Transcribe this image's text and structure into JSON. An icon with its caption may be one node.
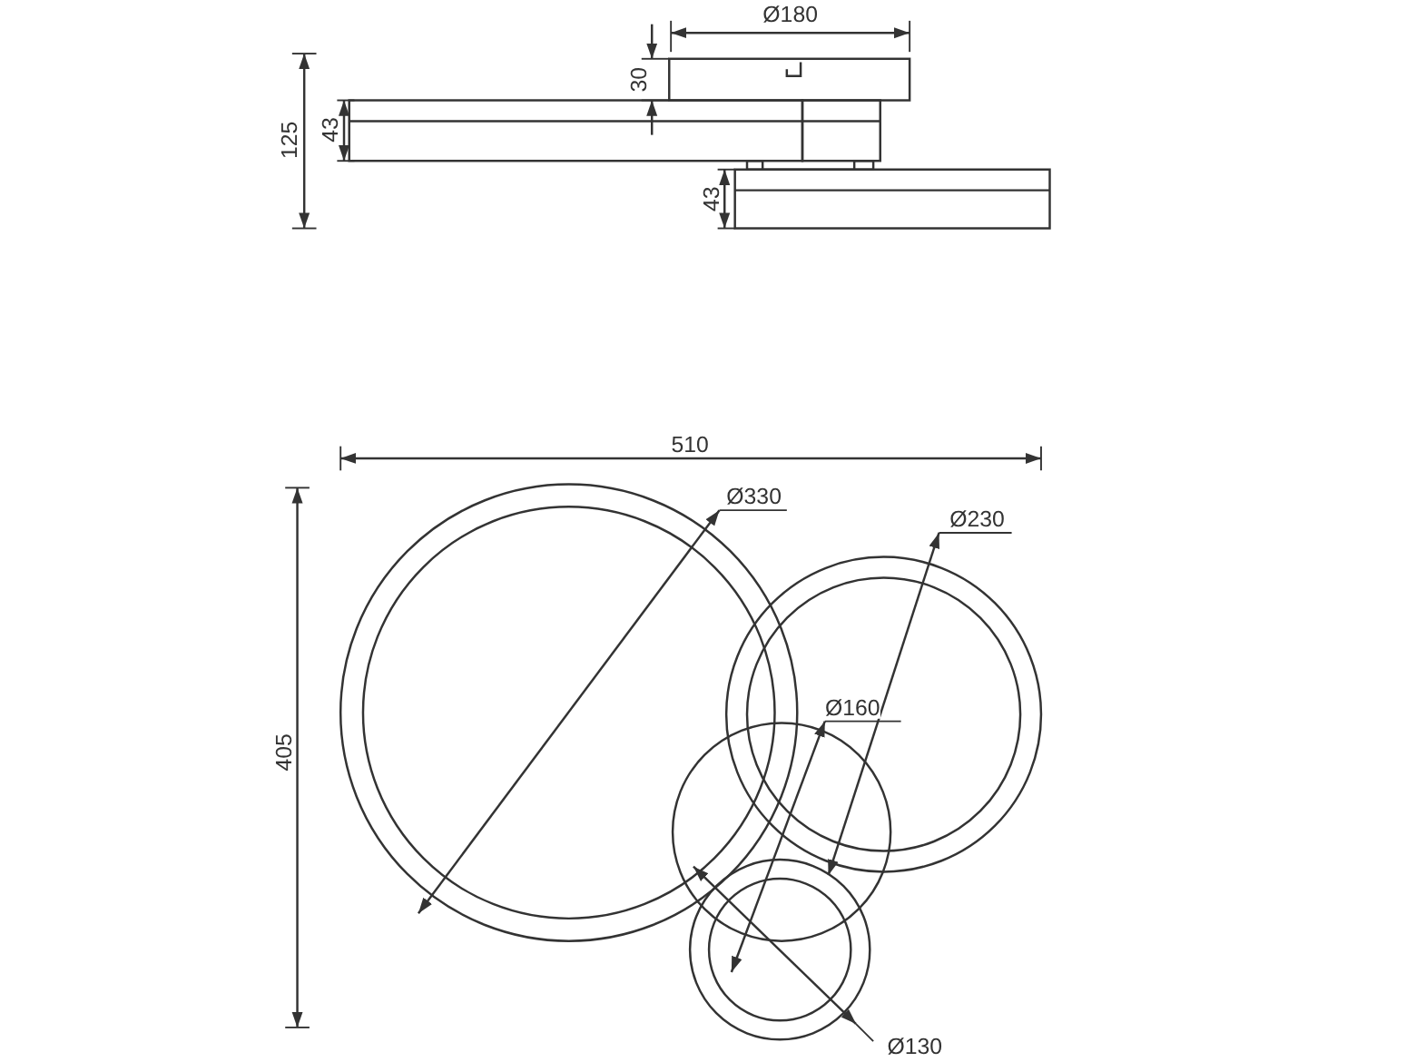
{
  "diagram": {
    "labels": [
      "Ø180",
      "30",
      "125",
      "43",
      "43",
      "510",
      "Ø330",
      "Ø230",
      "Ø160",
      "405",
      "Ø130"
    ]
  }
}
